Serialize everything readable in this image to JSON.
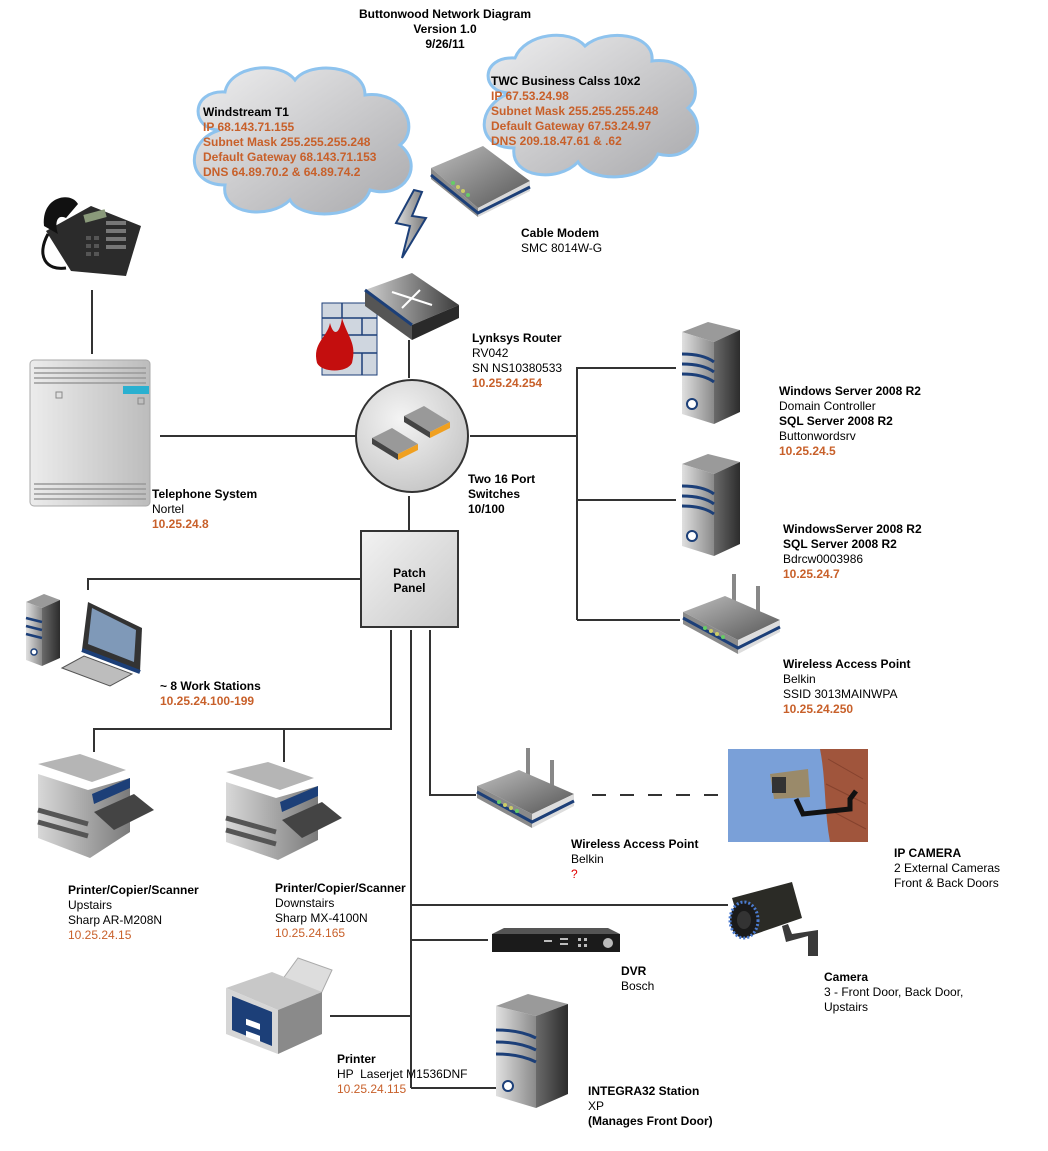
{
  "title": {
    "line1": "Buttonwood Network Diagram",
    "line2": "Version 1.0",
    "line3": "9/26/11"
  },
  "colors": {
    "accent_orange": "#c8602a",
    "unknown_red": "#e00000",
    "wire": "#333333",
    "cloud_fill": "#c9c9cb",
    "cloud_stroke": "#8ec3ee",
    "device_blue": "#1c3f78"
  },
  "clouds": {
    "windstream": {
      "name": "Windstream T1",
      "ip": "IP 68.143.71.155",
      "subnet": "Subnet Mask 255.255.255.248",
      "gateway": "Default Gateway 68.143.71.153",
      "dns": "DNS 64.89.70.2 & 64.89.74.2"
    },
    "twc": {
      "name": "TWC Business Calss 10x2",
      "ip": "IP 67.53.24.98",
      "subnet": "Subnet Mask 255.255.255.248",
      "gateway": "Default Gateway 67.53.24.97",
      "dns": "DNS 209.18.47.61 & .62"
    }
  },
  "devices": {
    "cable_modem": {
      "name": "Cable Modem",
      "model": "SMC 8014W-G",
      "icon": "cable-modem-icon"
    },
    "router": {
      "name": "Lynksys Router",
      "model": "RV042",
      "serial": "SN NS10380533",
      "ip": "10.25.24.254",
      "icon": "router-icon"
    },
    "firewall": {
      "icon": "firewall-icon"
    },
    "switches": {
      "line1": "Two 16 Port",
      "line2": "Switches",
      "line3": "10/100",
      "icon": "switch-icon"
    },
    "patch_panel": {
      "line1": "Patch",
      "line2": "Panel"
    },
    "phone": {
      "icon": "desk-phone-icon"
    },
    "telephone_system": {
      "name": "Telephone System",
      "vendor": "Nortel",
      "ip": "10.25.24.8",
      "icon": "pbx-icon"
    },
    "server1": {
      "os": "Windows Server 2008 R2",
      "role": "Domain Controller",
      "db": "SQL Server 2008 R2",
      "hostname": "Buttonwordsrv",
      "ip": "10.25.24.5",
      "icon": "server-icon"
    },
    "server2": {
      "os": "WindowsServer 2008 R2",
      "db": "SQL Server 2008 R2",
      "hostname": "Bdrcw0003986",
      "ip": "10.25.24.7",
      "icon": "server-icon"
    },
    "wap1": {
      "name": "Wireless Access Point",
      "vendor": "Belkin",
      "ssid": "SSID 3013MAINWPA",
      "ip": "10.25.24.250",
      "icon": "wireless-ap-icon"
    },
    "workstations": {
      "name": "~ 8 Work Stations",
      "ip": "10.25.24.100-199",
      "icon": "workstation-icon"
    },
    "printer_up": {
      "name": "Printer/Copier/Scanner",
      "location": "Upstairs",
      "model": "Sharp AR-M208N",
      "ip": "10.25.24.15",
      "icon": "copier-icon"
    },
    "printer_down": {
      "name": "Printer/Copier/Scanner",
      "location": "Downstairs",
      "model": "Sharp MX-4100N",
      "ip": "10.25.24.165",
      "icon": "copier-icon"
    },
    "wap2": {
      "name": "Wireless Access Point",
      "vendor": "Belkin",
      "ip": "?",
      "icon": "wireless-ap-icon"
    },
    "ip_camera": {
      "name": "IP CAMERA",
      "line2": "2 External Cameras",
      "line3": "Front & Back Doors",
      "icon": "ip-camera-icon"
    },
    "camera": {
      "name": "Camera",
      "line2": "3 - Front Door, Back Door,",
      "line3": "Upstairs",
      "icon": "camera-icon"
    },
    "dvr": {
      "name": "DVR",
      "vendor": "Bosch",
      "icon": "dvr-icon"
    },
    "printer_hp": {
      "name": "Printer",
      "model": "HP  Laserjet M1536DNF",
      "ip": "10.25.24.115",
      "icon": "laser-printer-icon"
    },
    "integra": {
      "name": "INTEGRA32 Station",
      "os": "XP",
      "note": "(Manages Front Door)",
      "icon": "server-icon"
    }
  }
}
